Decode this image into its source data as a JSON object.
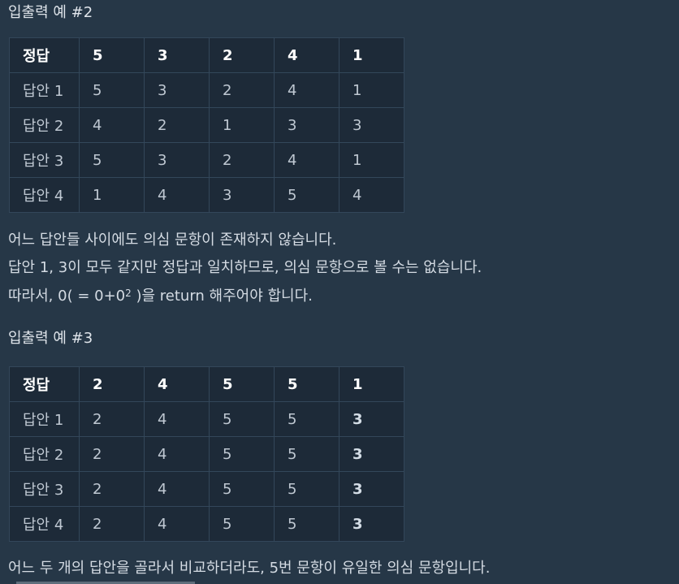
{
  "example2": {
    "heading": "입출력 예 #2",
    "header": [
      "정답",
      "5",
      "3",
      "2",
      "4",
      "1"
    ],
    "rows": [
      {
        "label": "답안 1",
        "cells": [
          "5",
          "3",
          "2",
          "4",
          "1"
        ]
      },
      {
        "label": "답안 2",
        "cells": [
          "4",
          "2",
          "1",
          "3",
          "3"
        ]
      },
      {
        "label": "답안 3",
        "cells": [
          "5",
          "3",
          "2",
          "4",
          "1"
        ]
      },
      {
        "label": "답안 4",
        "cells": [
          "1",
          "4",
          "3",
          "5",
          "4"
        ]
      }
    ],
    "paragraphs": [
      "어느 답안들 사이에도 의심 문항이 존재하지 않습니다.",
      "답안 1, 3이 모두 같지만 정답과 일치하므로, 의심 문항으로 볼 수는 없습니다."
    ],
    "result_prefix": "따라서, 0( = 0+0",
    "result_sup": "2",
    "result_suffix": " )을 return 해주어야 합니다."
  },
  "example3": {
    "heading": "입출력 예 #3",
    "header": [
      "정답",
      "2",
      "4",
      "5",
      "5",
      "1"
    ],
    "rows": [
      {
        "label": "답안 1",
        "cells": [
          "2",
          "4",
          "5",
          "5",
          "3"
        ]
      },
      {
        "label": "답안 2",
        "cells": [
          "2",
          "4",
          "5",
          "5",
          "3"
        ]
      },
      {
        "label": "답안 3",
        "cells": [
          "2",
          "4",
          "5",
          "5",
          "3"
        ]
      },
      {
        "label": "답안 4",
        "cells": [
          "2",
          "4",
          "5",
          "5",
          "3"
        ]
      }
    ],
    "paragraph": "어느 두 개의 답안을 골라서 비교하더라도, 5번 문항이 유일한 의심 문항입니다."
  }
}
